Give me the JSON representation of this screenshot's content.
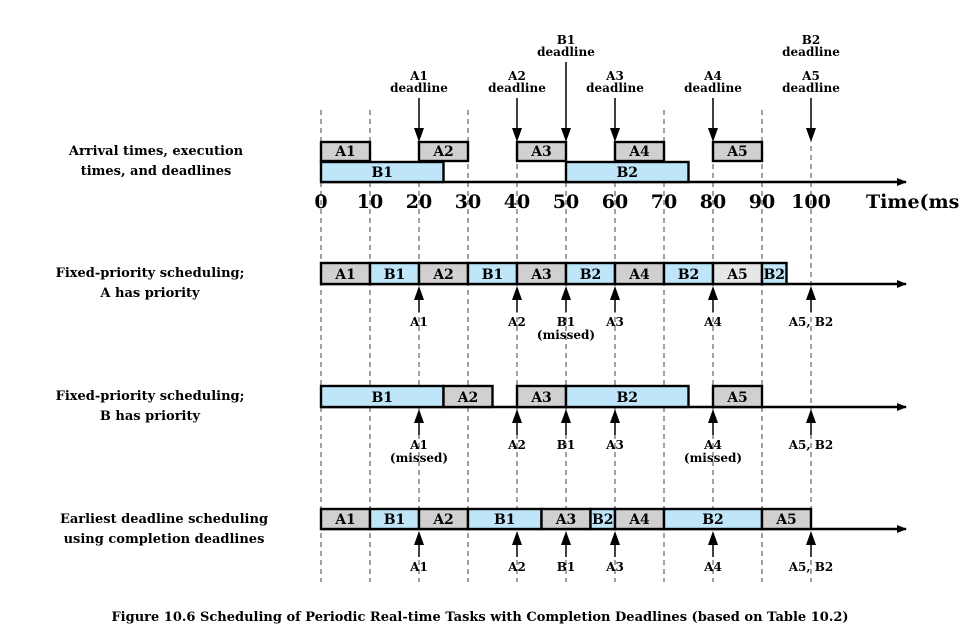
{
  "colors": {
    "a_fill": "#d0d0d0",
    "b_fill": "#bfe6f8",
    "a5_alt_fill": "#e6e6e6",
    "line": "#000000",
    "dash": "#444444"
  },
  "axis": {
    "ticks": [
      "0",
      "10",
      "20",
      "30",
      "40",
      "50",
      "60",
      "70",
      "80",
      "90",
      "100"
    ],
    "unit_label": "Time(ms)"
  },
  "rows": [
    {
      "label_lines": [
        "Arrival times, execution",
        "times, and deadlines"
      ]
    },
    {
      "label_lines": [
        "Fixed-priority scheduling;",
        "A has priority"
      ]
    },
    {
      "label_lines": [
        "Fixed-priority scheduling;",
        "B has priority"
      ]
    },
    {
      "label_lines": [
        "Earliest deadline scheduling",
        "using completion deadlines"
      ]
    }
  ],
  "arrival": {
    "a_blocks": [
      {
        "label": "A1",
        "start": 0,
        "end": 10
      },
      {
        "label": "A2",
        "start": 20,
        "end": 30
      },
      {
        "label": "A3",
        "start": 40,
        "end": 50
      },
      {
        "label": "A4",
        "start": 60,
        "end": 70
      },
      {
        "label": "A5",
        "start": 80,
        "end": 90
      }
    ],
    "b_blocks": [
      {
        "label": "B1",
        "start": 0,
        "end": 25
      },
      {
        "label": "B2",
        "start": 50,
        "end": 75
      }
    ],
    "deadline_markers": [
      {
        "t": 20,
        "lines": [
          "A1",
          "deadline"
        ],
        "level": "low"
      },
      {
        "t": 40,
        "lines": [
          "A2",
          "deadline"
        ],
        "level": "low"
      },
      {
        "t": 50,
        "lines": [
          "B1",
          "deadline"
        ],
        "level": "high"
      },
      {
        "t": 60,
        "lines": [
          "A3",
          "deadline"
        ],
        "level": "low"
      },
      {
        "t": 80,
        "lines": [
          "A4",
          "deadline"
        ],
        "level": "low"
      },
      {
        "t": 100,
        "lines": [
          "B2",
          "deadline"
        ],
        "level": "high"
      },
      {
        "t": 100,
        "lines": [
          "A5",
          "deadline"
        ],
        "level": "low"
      }
    ]
  },
  "schedules": [
    {
      "blocks": [
        {
          "label": "A1",
          "task": "A",
          "start": 0,
          "end": 10
        },
        {
          "label": "B1",
          "task": "B",
          "start": 10,
          "end": 20
        },
        {
          "label": "A2",
          "task": "A",
          "start": 20,
          "end": 30
        },
        {
          "label": "B1",
          "task": "B",
          "start": 30,
          "end": 40
        },
        {
          "label": "A3",
          "task": "A",
          "start": 40,
          "end": 50
        },
        {
          "label": "B2",
          "task": "B",
          "start": 50,
          "end": 60
        },
        {
          "label": "A4",
          "task": "A",
          "start": 60,
          "end": 70
        },
        {
          "label": "B2",
          "task": "B",
          "start": 70,
          "end": 80
        },
        {
          "label": "A5",
          "task": "A5alt",
          "start": 80,
          "end": 90
        },
        {
          "label": "B2",
          "task": "B",
          "start": 90,
          "end": 95
        }
      ],
      "markers": [
        {
          "t": 20,
          "lines": [
            "A1"
          ]
        },
        {
          "t": 40,
          "lines": [
            "A2"
          ]
        },
        {
          "t": 50,
          "lines": [
            "B1",
            "(missed)"
          ]
        },
        {
          "t": 60,
          "lines": [
            "A3"
          ]
        },
        {
          "t": 80,
          "lines": [
            "A4"
          ]
        },
        {
          "t": 100,
          "lines": [
            "A5, B2"
          ]
        }
      ]
    },
    {
      "blocks": [
        {
          "label": "B1",
          "task": "B",
          "start": 0,
          "end": 25
        },
        {
          "label": "A2",
          "task": "A",
          "start": 25,
          "end": 35
        },
        {
          "label": "A3",
          "task": "A",
          "start": 40,
          "end": 50
        },
        {
          "label": "B2",
          "task": "B",
          "start": 50,
          "end": 75
        },
        {
          "label": "A5",
          "task": "A",
          "start": 80,
          "end": 90
        }
      ],
      "markers": [
        {
          "t": 20,
          "lines": [
            "A1",
            "(missed)"
          ]
        },
        {
          "t": 40,
          "lines": [
            "A2"
          ]
        },
        {
          "t": 50,
          "lines": [
            "B1"
          ]
        },
        {
          "t": 60,
          "lines": [
            "A3"
          ]
        },
        {
          "t": 80,
          "lines": [
            "A4",
            "(missed)"
          ]
        },
        {
          "t": 100,
          "lines": [
            "A5, B2"
          ]
        }
      ]
    },
    {
      "blocks": [
        {
          "label": "A1",
          "task": "A",
          "start": 0,
          "end": 10
        },
        {
          "label": "B1",
          "task": "B",
          "start": 10,
          "end": 20
        },
        {
          "label": "A2",
          "task": "A",
          "start": 20,
          "end": 30
        },
        {
          "label": "B1",
          "task": "B",
          "start": 30,
          "end": 45
        },
        {
          "label": "A3",
          "task": "A",
          "start": 45,
          "end": 55
        },
        {
          "label": "B2",
          "task": "B",
          "start": 55,
          "end": 60
        },
        {
          "label": "A4",
          "task": "A",
          "start": 60,
          "end": 70
        },
        {
          "label": "B2",
          "task": "B",
          "start": 70,
          "end": 90
        },
        {
          "label": "A5",
          "task": "A",
          "start": 90,
          "end": 100
        }
      ],
      "markers": [
        {
          "t": 20,
          "lines": [
            "A1"
          ]
        },
        {
          "t": 40,
          "lines": [
            "A2"
          ]
        },
        {
          "t": 50,
          "lines": [
            "B1"
          ]
        },
        {
          "t": 60,
          "lines": [
            "A3"
          ]
        },
        {
          "t": 80,
          "lines": [
            "A4"
          ]
        },
        {
          "t": 100,
          "lines": [
            "A5, B2"
          ]
        }
      ]
    }
  ],
  "caption": "Figure 10.6  Scheduling of Periodic Real-time Tasks with Completion Deadlines (based on Table 10.2)"
}
